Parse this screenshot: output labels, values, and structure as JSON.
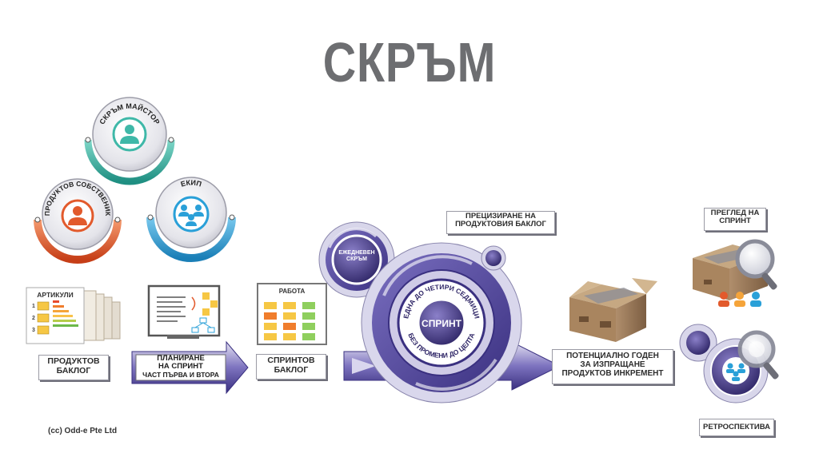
{
  "title": "СКРЪМ",
  "roles": {
    "scrum_master": "СКРЪМ МАЙСТОР",
    "product_owner": "ПРОДУКТОВ СОБСТВЕНИК",
    "team": "ЕКИП"
  },
  "product_backlog": {
    "header": "АРТИКУЛИ",
    "numbers": [
      "1",
      "2",
      "3"
    ],
    "label_line1": "ПРОДУКТОВ",
    "label_line2": "БАКЛОГ"
  },
  "sprint_planning": {
    "line1": "ПЛАНИРАНЕ",
    "line2": "НА СПРИНТ",
    "line3": "ЧАСТ ПЪРВА И ВТОРА"
  },
  "sprint_backlog": {
    "header": "РАБОТА",
    "label_line1": "СПРИНТОВ",
    "label_line2": "БАКЛОГ"
  },
  "daily_scrum": {
    "line1": "ЕЖЕДНЕВЕН",
    "line2": "СКРЪМ"
  },
  "sprint": {
    "center": "СПРИНТ",
    "top_arc": "ЕДНА ДО ЧЕТИРИ СЕДМИЦИ",
    "bottom_arc": "БЕЗ ПРОМЕНИ ДО ЦЕЛТА"
  },
  "refinement": {
    "line1": "ПРЕЦИЗИРАНЕ НА",
    "line2": "ПРОДУКТОВИЯ БАКЛОГ"
  },
  "increment": {
    "line1": "ПОТЕНЦИАЛНО ГОДЕН",
    "line2": "ЗА ИЗПРАЩАНЕ",
    "line3": "ПРОДУКТОВ ИНКРЕМЕНТ"
  },
  "review": {
    "line1": "ПРЕГЛЕД НА",
    "line2": "СПРИНТ"
  },
  "retrospective": "РЕТРОСПЕКТИВА",
  "credit": "(cc) Odd-e Pte Ltd",
  "colors": {
    "title_gray": "#6d6e71",
    "teal": "#3fb8a8",
    "orange": "#e25a2c",
    "blue": "#2aa0d8",
    "purple": "#4b3f8f",
    "lavender": "#cfcbe6",
    "box_brown": "#9a7a5a"
  }
}
